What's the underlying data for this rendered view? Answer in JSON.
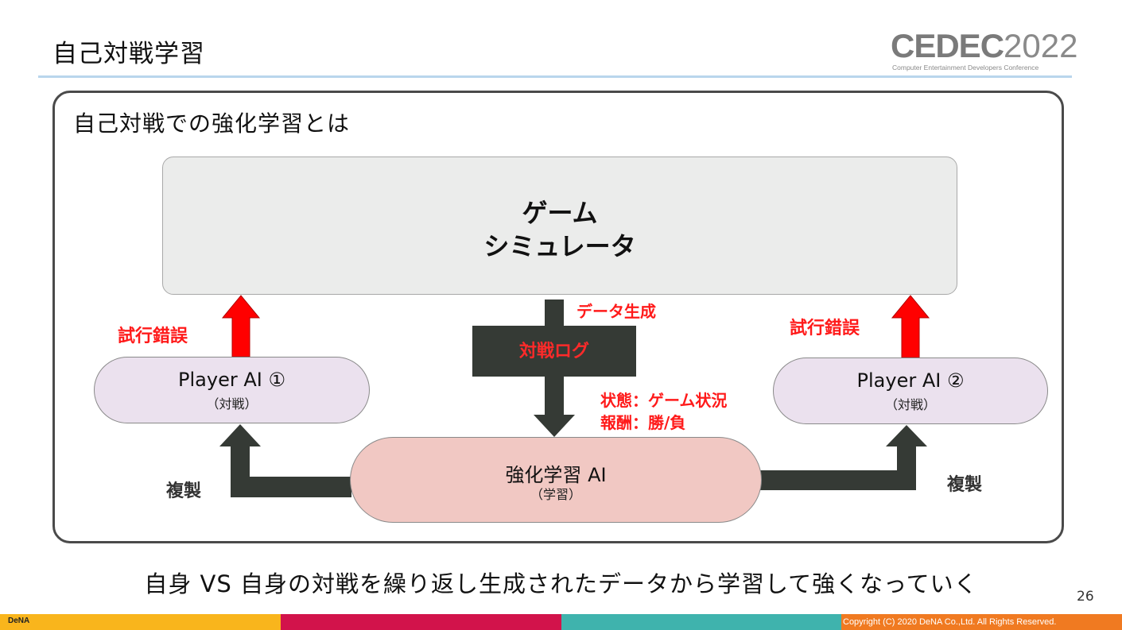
{
  "header": {
    "title": "自己対戦学習",
    "logo_main": "CEDEC",
    "logo_year": "2022",
    "logo_sub": "Computer Entertainment Developers Conference"
  },
  "frame": {
    "heading": "自己対戦での強化学習とは"
  },
  "diagram": {
    "simulator_line1": "ゲーム",
    "simulator_line2": "シミュレータ",
    "player1_name": "Player AI ①",
    "player1_sub": "（対戦）",
    "player2_name": "Player AI ②",
    "player2_sub": "（対戦）",
    "rl_name": "強化学習 AI",
    "rl_sub": "（学習）",
    "log_label": "対戦ログ",
    "trial_left": "試行錯誤",
    "trial_right": "試行錯誤",
    "data_gen": "データ生成",
    "state_line": "状態：ゲーム状況",
    "reward_line": "報酬：勝/負",
    "copy_left": "複製",
    "copy_right": "複製"
  },
  "colors": {
    "trial_arrow": "#ff0000",
    "flow_arrow": "#353a35",
    "sim_fill": "#ebeceb",
    "player_fill": "#ebe1ee",
    "rl_fill": "#f1c8c3",
    "footer_segments": [
      "#f9b51c",
      "#d2134b",
      "#3fb3ad",
      "#f07a21"
    ]
  },
  "caption": "自身 VS 自身の対戦を繰り返し生成されたデータから学習して強くなっていく",
  "page_number": "26",
  "footer": {
    "brand": "DeNA",
    "copyright": "Copyright (C) 2020 DeNA Co.,Ltd. All Rights Reserved."
  }
}
